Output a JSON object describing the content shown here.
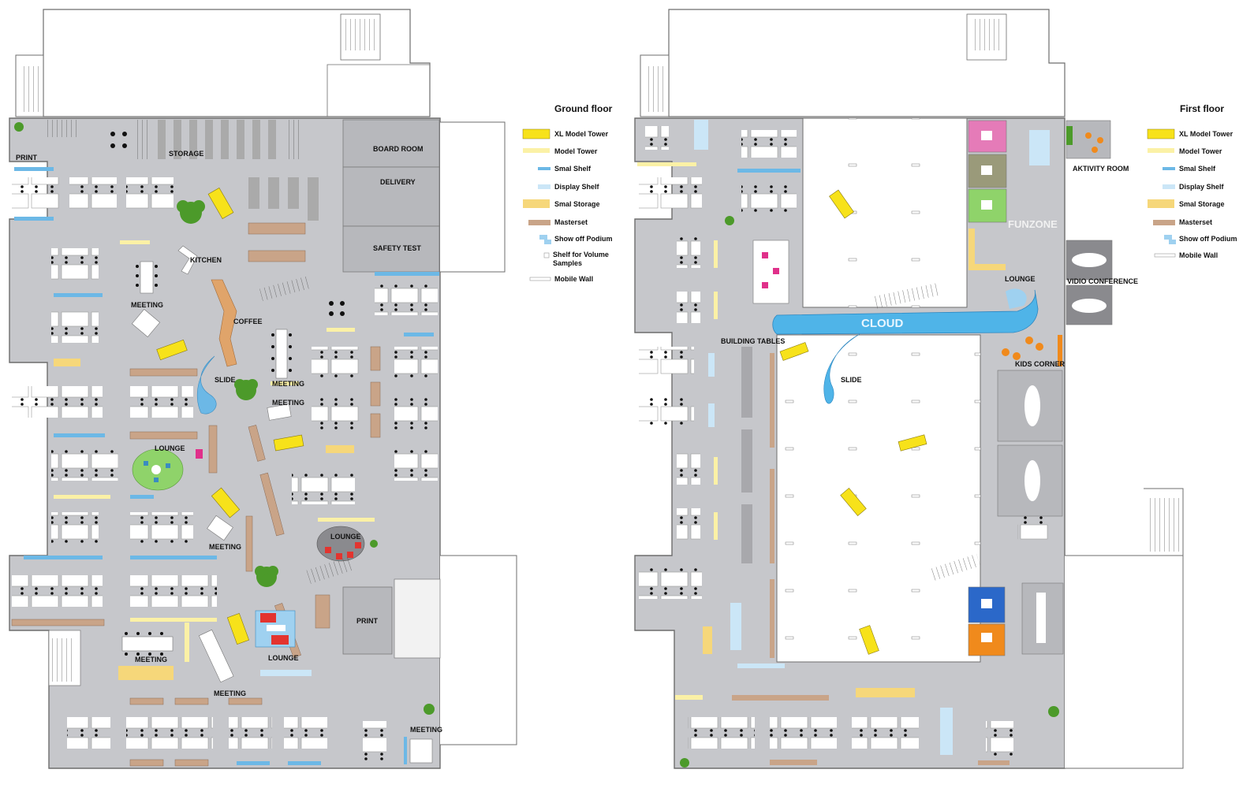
{
  "ground_floor": {
    "title": "Ground floor",
    "labels": {
      "print_top": "PRINT",
      "storage": "STORAGE",
      "board_room": "BOARD ROOM",
      "delivery": "DELIVERY",
      "safety_test": "SAFETY TEST",
      "kitchen": "KITCHEN",
      "meeting_1": "MEETING",
      "coffee": "COFFEE",
      "slide": "SLIDE",
      "meeting_2": "MEETING",
      "meeting_3": "MEETING",
      "lounge_1": "LOUNGE",
      "meeting_4": "MEETING",
      "lounge_2": "LOUNGE",
      "print_bottom": "PRINT",
      "lounge_3": "LOUNGE",
      "meeting_5": "MEETING",
      "meeting_6": "MEETING",
      "meeting_7": "MEETING"
    },
    "legend": [
      {
        "label": "XL Model Tower",
        "color": "#f7e21a"
      },
      {
        "label": "Model Tower",
        "color": "#fbf1a6"
      },
      {
        "label": "Smal Shelf",
        "color": "#6cb8e6"
      },
      {
        "label": "Display Shelf",
        "color": "#cbe6f7"
      },
      {
        "label": "Smal Storage",
        "color": "#f6d77a"
      },
      {
        "label": "Masterset",
        "color": "#c9a488"
      },
      {
        "label": "Show off Podium",
        "color": "#9fd1f0"
      },
      {
        "label": "Shelf for Volume Samples",
        "color": "#ffffff"
      },
      {
        "label": "Mobile Wall",
        "color": "#ffffff"
      }
    ]
  },
  "first_floor": {
    "title": "First floor",
    "labels": {
      "activity_room": "AKTIVITY ROOM",
      "funzone": "FUNZONE",
      "lounge": "LOUNGE",
      "video_conference": "VIDIO CONFERENCE",
      "cloud": "CLOUD",
      "building_tables": "BUILDING TABLES",
      "kids_corner": "KIDS CORNER",
      "slide": "SLIDE"
    },
    "legend": [
      {
        "label": "XL Model Tower",
        "color": "#f7e21a"
      },
      {
        "label": "Model Tower",
        "color": "#fbf1a6"
      },
      {
        "label": "Smal Shelf",
        "color": "#6cb8e6"
      },
      {
        "label": "Display Shelf",
        "color": "#cbe6f7"
      },
      {
        "label": "Smal Storage",
        "color": "#f6d77a"
      },
      {
        "label": "Masterset",
        "color": "#c9a488"
      },
      {
        "label": "Show off Podium",
        "color": "#9fd1f0"
      },
      {
        "label": "Mobile Wall",
        "color": "#ffffff"
      }
    ]
  },
  "colors": {
    "floor": "#c6c7cb",
    "wall": "#6d6d6d",
    "desk": "#ffffff",
    "cloud": "#4fb4e8",
    "plant": "#4c9a2a",
    "pink_room": "#e57bb8",
    "green_room": "#8fd36a",
    "blue_room": "#2b68c9",
    "orange_room": "#f08a1c"
  }
}
